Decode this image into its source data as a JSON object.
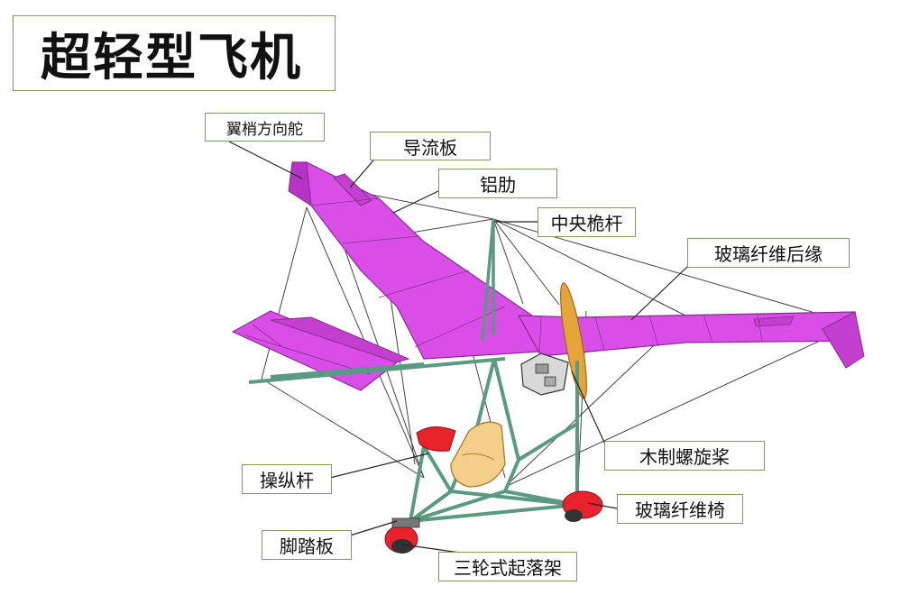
{
  "title": "超轻型飞机",
  "labels": {
    "rudder": "翼梢方向舵",
    "spoiler": "导流板",
    "rib": "铝肋",
    "mast": "中央桅杆",
    "trailing_edge": "玻璃纤维后缘",
    "propeller": "木制螺旋桨",
    "stick": "操纵杆",
    "seat": "玻璃纤维椅",
    "pedal": "脚踏板",
    "gear": "三轮式起落架"
  },
  "colors": {
    "wing": "#d94ee6",
    "wing_edge": "#8a2a93",
    "frame": "#5a9a82",
    "wheel": "#e8232c",
    "seat": "#f3cf8a",
    "propeller": "#e6a53a",
    "label_border": "#7e9a6a"
  }
}
